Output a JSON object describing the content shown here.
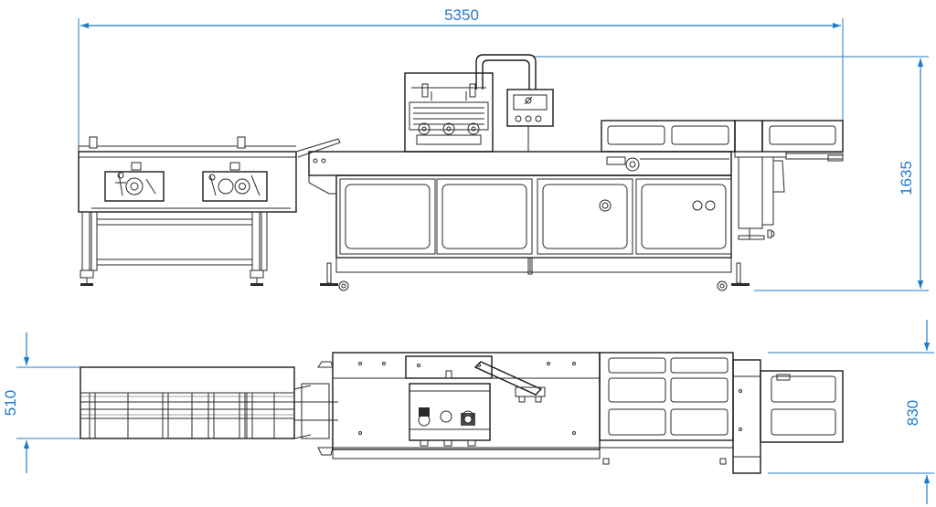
{
  "colors": {
    "dimension": "#1f7bc8",
    "line": "#2a2a2a",
    "background": "#ffffff"
  },
  "dimensions": {
    "overall_length": "5350",
    "height": "1635",
    "conveyor_width": "510",
    "machine_width": "830"
  }
}
